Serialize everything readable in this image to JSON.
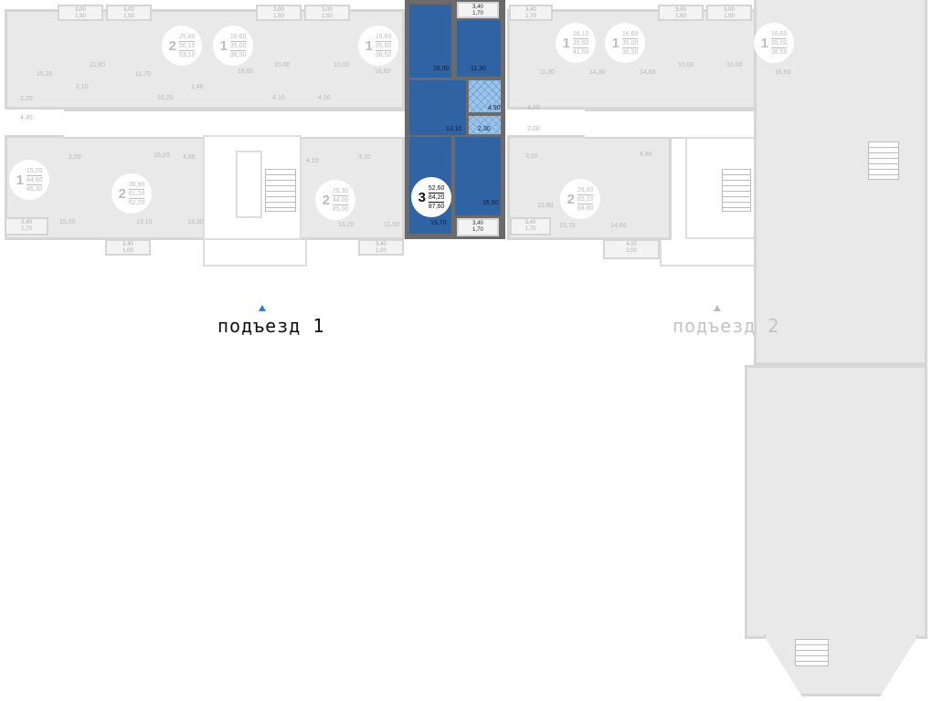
{
  "colors": {
    "highlight": "#2f63a3",
    "inactive": "#e6e6e6",
    "walls": "#d2d2d2"
  },
  "entrances": [
    {
      "label": "подъезд 1",
      "active": true
    },
    {
      "label": "подъезд 2",
      "active": false
    }
  ],
  "apartments": [
    {
      "rooms": "2",
      "living": "25,80",
      "total": "50,10",
      "full": "53,10"
    },
    {
      "rooms": "1",
      "living": "16,60",
      "total": "35,00",
      "full": "36,50"
    },
    {
      "rooms": "1",
      "living": "16,60",
      "total": "35,00",
      "full": "36,50"
    },
    {
      "rooms": "1",
      "living": "15,20",
      "total": "44,60",
      "full": "46,30"
    },
    {
      "rooms": "2",
      "living": "30,90",
      "total": "61,20",
      "full": "62,20"
    },
    {
      "rooms": "2",
      "living": "28,30",
      "total": "44,00",
      "full": "45,00"
    },
    {
      "rooms": "3",
      "living": "52,60",
      "total": "84,20",
      "full": "87,60"
    },
    {
      "rooms": "1",
      "living": "16,10",
      "total": "39,80",
      "full": "41,50"
    },
    {
      "rooms": "1",
      "living": "16,60",
      "total": "35,00",
      "full": "36,50"
    },
    {
      "rooms": "1",
      "living": "16,60",
      "total": "35,00",
      "full": "36,50"
    },
    {
      "rooms": "2",
      "living": "26,60",
      "total": "65,10",
      "full": "68,80"
    }
  ],
  "selected_rooms": [
    "16,00",
    "11,30",
    "4,90",
    "13,10",
    "2,30",
    "16,90",
    "19,70"
  ],
  "selected_balconies": [
    [
      "3,40",
      "1,70"
    ],
    [
      "3,40",
      "1,70"
    ]
  ],
  "room_labels": [
    "15,20",
    "11,80",
    "11,70",
    "10,20",
    "16,60",
    "10,00",
    "10,00",
    "16,60",
    "2,20",
    "4,40",
    "2,10",
    "1,40",
    "4,10",
    "4,10",
    "2,00",
    "10,20",
    "15,00",
    "13,10",
    "13,30",
    "4,60",
    "4,10",
    "3,10",
    "13,20",
    "11,00",
    "11,30",
    "14,30",
    "14,60",
    "10,00",
    "10,00",
    "16,60",
    "4,20",
    "2,00",
    "3,20",
    "10,80",
    "15,70",
    "14,60",
    "4,80"
  ],
  "balconies": [
    [
      "3,00",
      "1,50"
    ],
    [
      "3,00",
      "1,50"
    ],
    [
      "3,00",
      "1,50"
    ],
    [
      "3,00",
      "1,50"
    ],
    [
      "3,40",
      "1,70"
    ],
    [
      "3,40",
      "1,00"
    ],
    [
      "3,40",
      "1,00"
    ],
    [
      "3,40",
      "1,70"
    ],
    [
      "3,00",
      "1,50"
    ],
    [
      "3,00",
      "1,50"
    ],
    [
      "3,40",
      "1,70"
    ],
    [
      "4,00",
      "2,00"
    ]
  ]
}
